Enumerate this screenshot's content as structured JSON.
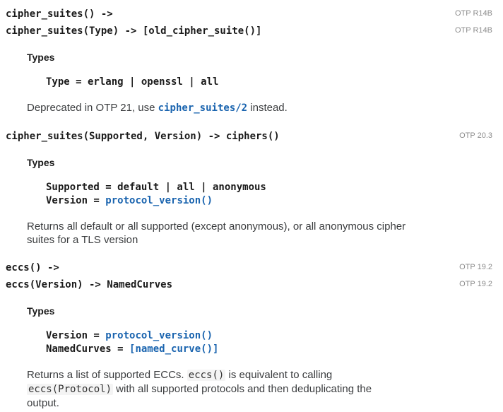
{
  "colors": {
    "link_blue": "#1a64af",
    "otp_badge_gray": "#8c8c8c",
    "signature_text": "#1b1b1b",
    "body_text": "#3b3d3f",
    "inline_code_bg": "#f4f4f4"
  },
  "sections": [
    {
      "signatures": [
        {
          "text": "cipher_suites() ->",
          "otp": "OTP R14B"
        },
        {
          "text": "cipher_suites(Type) -> [old_cipher_suite()]",
          "otp": "OTP R14B"
        }
      ],
      "types_label": "Types",
      "type_lines": [
        [
          {
            "text": "Type = erlang | openssl | all",
            "style": "plain"
          }
        ]
      ],
      "description": [
        {
          "text": "Deprecated in OTP 21, use ",
          "style": "plain"
        },
        {
          "text": "cipher_suites/2",
          "style": "code-link"
        },
        {
          "text": " instead.",
          "style": "plain"
        }
      ]
    },
    {
      "signatures": [
        {
          "text": "cipher_suites(Supported, Version) -> ciphers()",
          "otp": "OTP 20.3"
        }
      ],
      "types_label": "Types",
      "type_lines": [
        [
          {
            "text": "Supported = default | all | anonymous",
            "style": "plain"
          }
        ],
        [
          {
            "text": "Version = ",
            "style": "plain"
          },
          {
            "text": "protocol_version()",
            "style": "link"
          }
        ]
      ],
      "description": [
        {
          "text": "Returns all default or all supported (except anonymous), or all anonymous cipher\nsuites for a TLS version",
          "style": "plain"
        }
      ]
    },
    {
      "signatures": [
        {
          "text": "eccs() ->",
          "otp": "OTP 19.2"
        },
        {
          "text": "eccs(Version) -> NamedCurves",
          "otp": "OTP 19.2"
        }
      ],
      "types_label": "Types",
      "type_lines": [
        [
          {
            "text": "Version = ",
            "style": "plain"
          },
          {
            "text": "protocol_version()",
            "style": "link"
          }
        ],
        [
          {
            "text": "NamedCurves = ",
            "style": "plain"
          },
          {
            "text": "[named_curve()]",
            "style": "link"
          }
        ]
      ],
      "description": [
        {
          "text": "Returns a list of supported ECCs. ",
          "style": "plain"
        },
        {
          "text": "eccs()",
          "style": "code"
        },
        {
          "text": " is equivalent to calling\n",
          "style": "plain"
        },
        {
          "text": "eccs(Protocol)",
          "style": "code"
        },
        {
          "text": " with all supported protocols and then deduplicating the\noutput.",
          "style": "plain"
        }
      ]
    }
  ]
}
